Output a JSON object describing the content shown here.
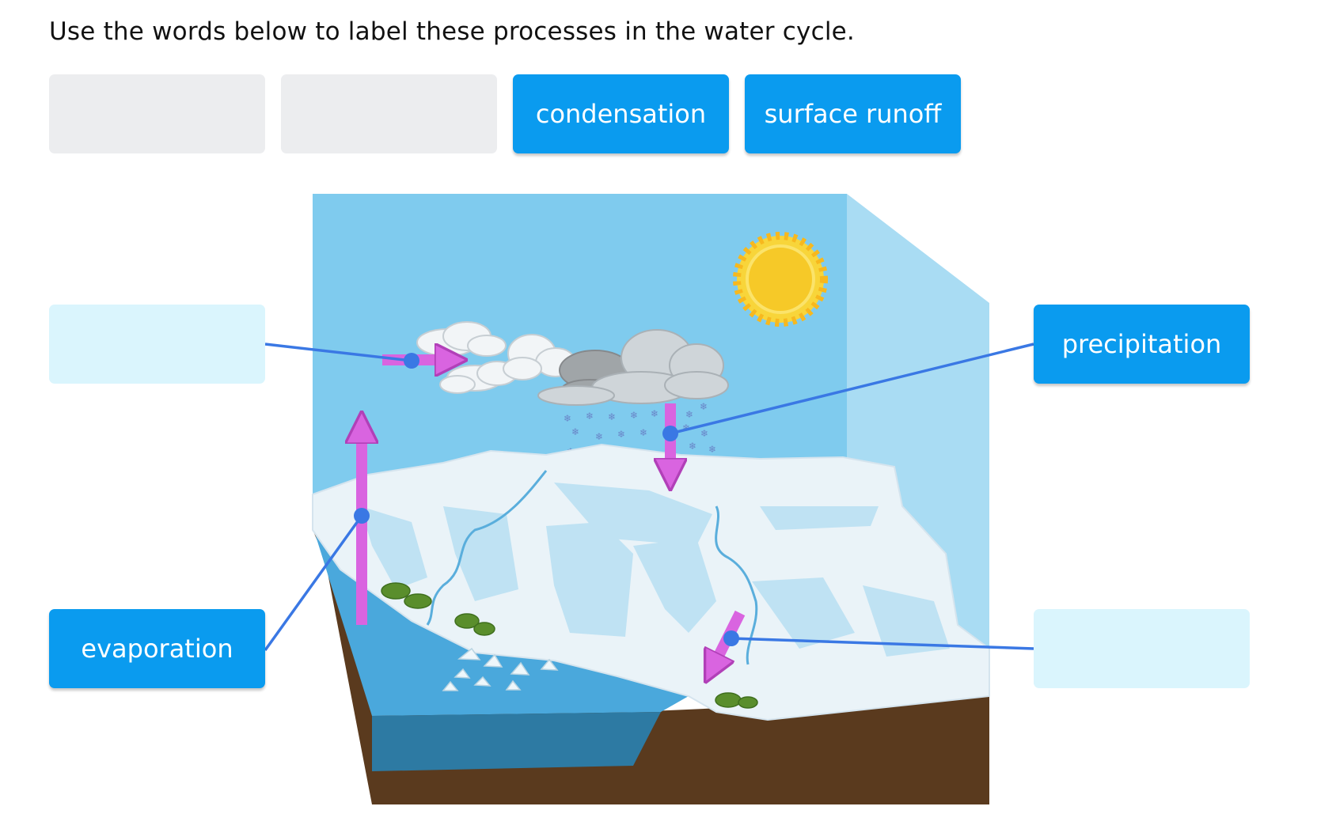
{
  "instruction": "Use the words below to label these processes in the water cycle.",
  "word_bank": [
    {
      "label": ""
    },
    {
      "label": ""
    },
    {
      "label": "condensation"
    },
    {
      "label": "surface runoff"
    }
  ],
  "targets": {
    "condensation_target": {
      "label": ""
    },
    "precipitation_target": {
      "label": "precipitation"
    },
    "evaporation_target": {
      "label": "evaporation"
    },
    "runoff_target": {
      "label": ""
    }
  },
  "colors": {
    "tile": "#0a9bef",
    "bank_empty": "#ecedef",
    "drop_empty": "#daf5fd",
    "leader_line": "#3a78e4",
    "arrow": "#d964e0",
    "sky": "#7fcbee",
    "ice": "#eaf3f8",
    "water": "#4aa8dc",
    "soil": "#5a3a1e",
    "sun": "#f6c928"
  }
}
